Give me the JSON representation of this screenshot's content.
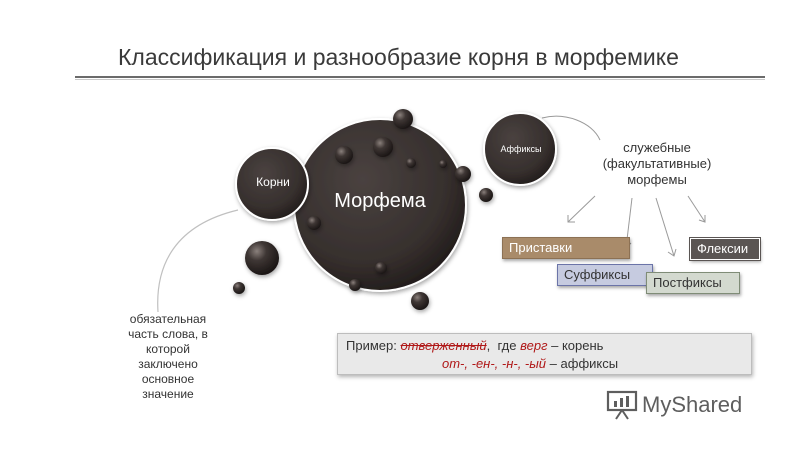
{
  "slide": {
    "title": "Классификация и разнообразие корня в морфемике"
  },
  "nodes": {
    "morpheme": "Морфема",
    "roots": "Корни",
    "affixes": "Аффиксы"
  },
  "service_morphemes": {
    "line1": "служебные",
    "line2": "(факультативные)",
    "line3": "морфемы"
  },
  "affix_types": {
    "prefixes": "Приставки",
    "suffixes": "Суффиксы",
    "postfixes": "Постфиксы",
    "inflections": "Флексии"
  },
  "root_description": {
    "line1": "обязательная",
    "line2": "часть слова, в",
    "line3": "которой",
    "line4": "заключено",
    "line5": "основное",
    "line6": "значение"
  },
  "example": {
    "prefix": "Пример:",
    "word": "отверженный",
    "comma": ",",
    "where": "где",
    "root": "верг",
    "root_suffix": "– корень",
    "affix_list": "от-, -ен-, -н-, -ый",
    "affix_suffix": "– аффиксы"
  },
  "logo": {
    "text": "MyShared"
  },
  "colors": {
    "bubble_dark": "#3d3533",
    "prefix_box": "#a98b6a",
    "suffix_box": "#c6cbe0",
    "postfix_box": "#d3d9cf",
    "inflection_box": "#5a5553",
    "example_highlight": "#b01818"
  }
}
